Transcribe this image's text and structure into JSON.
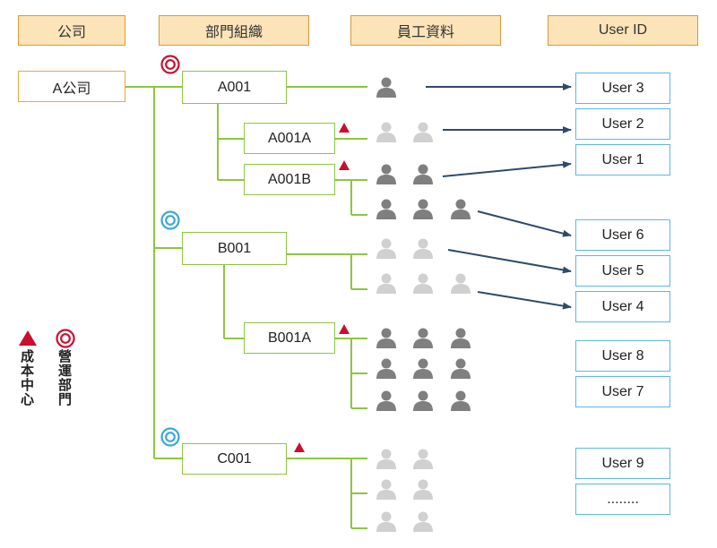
{
  "headers": {
    "company": "公司",
    "department": "部門組織",
    "employee": "員工資料",
    "user_id": "User ID"
  },
  "company": {
    "label": "A公司"
  },
  "departments": {
    "a001": "A001",
    "a001a": "A001A",
    "a001b": "A001B",
    "b001": "B001",
    "b001a": "B001A",
    "c001": "C001"
  },
  "users": {
    "u3": "User 3",
    "u2": "User 2",
    "u1": "User 1",
    "u6": "User 6",
    "u5": "User 5",
    "u4": "User 4",
    "u8": "User 8",
    "u7": "User 7",
    "u9": "User 9",
    "more": "........"
  },
  "legend": {
    "cost_center": "成本中心",
    "operating_dept": "營運部門"
  },
  "colors": {
    "header_fill": "#fce4b8",
    "header_border": "#d89a3c",
    "company_border": "#f0a440",
    "connector": "#8dc63f",
    "user_border": "#5bb8e8",
    "arrow": "#2e4a6b",
    "cost_center_marker": "#c8102e",
    "operating_red_marker": "#c8102e",
    "operating_blue_marker": "#3aa8d8",
    "person_active": "#7f7f7f",
    "person_inactive": "#d0d0d0"
  }
}
